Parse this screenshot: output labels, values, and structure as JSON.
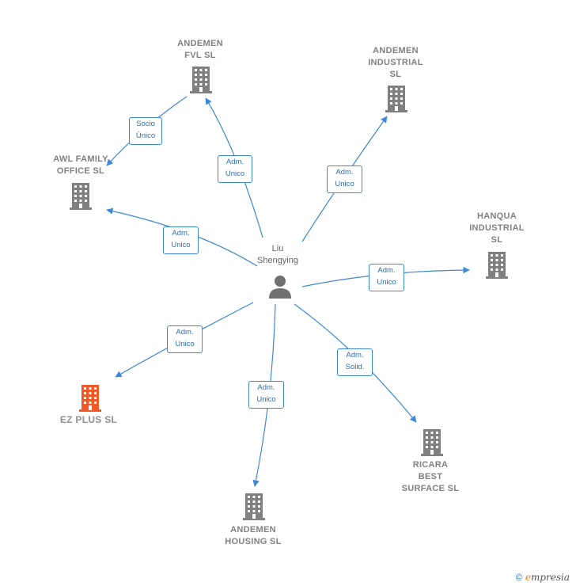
{
  "person": {
    "name": "Liu\nShengying",
    "icon": "person-icon"
  },
  "companies": [
    {
      "id": "andemen-fvl",
      "name": "ANDEMEN\nFVL SL",
      "color": "#808080"
    },
    {
      "id": "andemen-industrial",
      "name": "ANDEMEN\nINDUSTRIAL\nSL",
      "color": "#808080"
    },
    {
      "id": "awl-family",
      "name": "AWL FAMILY\nOFFICE SL",
      "color": "#808080"
    },
    {
      "id": "hanqua",
      "name": "HANQUA\nINDUSTRIAL\nSL",
      "color": "#808080"
    },
    {
      "id": "ez-plus",
      "name": "EZ PLUS SL",
      "color": "#f05a28"
    },
    {
      "id": "andemen-housing",
      "name": "ANDEMEN\nHOUSING SL",
      "color": "#808080"
    },
    {
      "id": "ricara",
      "name": "RICARA\nBEST\nSURFACE SL",
      "color": "#808080"
    }
  ],
  "edges": [
    {
      "label": "Socio\nÚnico"
    },
    {
      "label": "Adm.\nUnico"
    },
    {
      "label": "Adm.\nUnico"
    },
    {
      "label": "Adm.\nUnico"
    },
    {
      "label": "Adm.\nUnico"
    },
    {
      "label": "Adm.\nUnico"
    },
    {
      "label": "Adm.\nUnico"
    },
    {
      "label": "Adm.\nSolid."
    }
  ],
  "colors": {
    "edge": "#3d87d6",
    "building": "#808080",
    "highlight": "#f05a28",
    "person": "#707070"
  },
  "footer": {
    "copyright": "©",
    "brand_first": "e",
    "brand_rest": "mpresia"
  }
}
